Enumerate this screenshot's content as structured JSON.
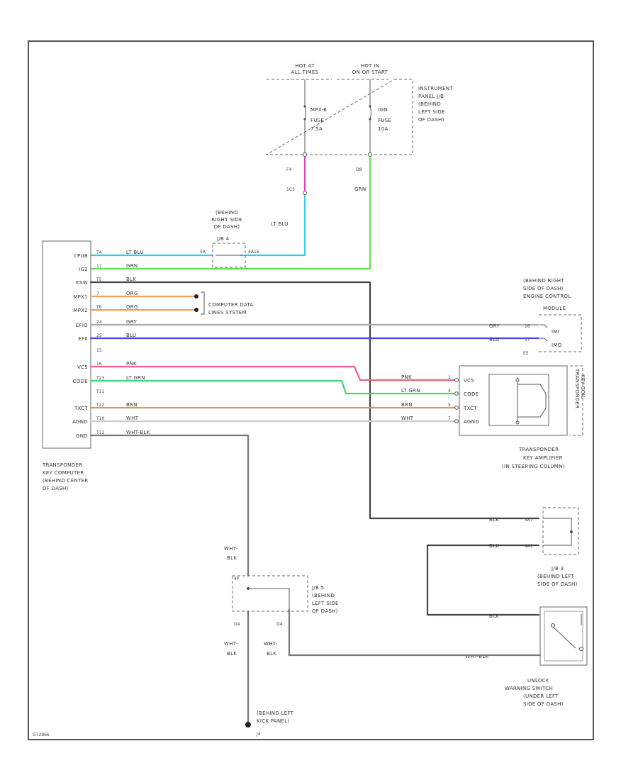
{
  "fuse_box": {
    "hot1": [
      "HOT AT",
      "ALL TIMES"
    ],
    "hot2": [
      "HOT IN",
      "ON OR START"
    ],
    "fuse1": [
      "MPX-B",
      "FUSE",
      "7.5A"
    ],
    "fuse2": [
      "IGN",
      "FUSE",
      "10A"
    ],
    "location": [
      "INSTRUMENT",
      "PANEL J/B",
      "(BEHIND",
      "LEFT SIDE",
      "OF DASH)"
    ],
    "pin_left": "F4",
    "pin_right": "D8",
    "pin_lower": "1C3",
    "wire_left": "LT BLU",
    "wire_right": "GRN"
  },
  "jb4": {
    "label": "J/B 4",
    "location": [
      "(BEHIND",
      "RIGHT SIDE",
      "OF DASH)"
    ],
    "pin_in": "5A",
    "pin_out": "4A16"
  },
  "computer": {
    "pins": [
      "CPUB",
      "IG2",
      "KSW",
      "MPX1",
      "MPX2",
      "EFIO",
      "EFII",
      "",
      "VC5",
      "CODE",
      "",
      "TXCT",
      "AGND",
      "GND"
    ],
    "pin_nums": [
      "T4",
      "17",
      "T5",
      "7",
      "T6",
      "24",
      "25",
      "15",
      "16",
      "T23",
      "T11",
      "T22",
      "T10",
      "T12"
    ],
    "wires": [
      "LT BLU",
      "GRN",
      "BLK",
      "ORG",
      "ORG",
      "GRY",
      "BLU",
      "",
      "PNK",
      "LT GRN",
      "",
      "BRN",
      "WHT",
      "WHT-BLK"
    ],
    "name": [
      "TRANSPONDER",
      "KEY COMPUTER",
      "(BEHIND CENTER",
      "OF DASH)"
    ]
  },
  "data_link": [
    "COMPUTER DATA",
    "LINES SYSTEM"
  ],
  "ecm": {
    "name": [
      "(BEHIND RIGHT",
      "SIDE OF DASH)",
      "ENGINE CONTROL",
      "MODULE"
    ],
    "wire_a": "GRY",
    "wire_b": "BLU",
    "pin_a": "16",
    "pin_b": "17",
    "label_a": "IMI",
    "label_b": "IMO",
    "connector": "E5"
  },
  "amplifier": {
    "pins": [
      "VC5",
      "CODE",
      "TXCT",
      "AGND"
    ],
    "wires": [
      "PNK",
      "LT GRN",
      "BRN",
      "WHT"
    ],
    "pin_nums": [
      "1",
      "4",
      "5",
      "7"
    ],
    "coil": [
      "TRANSPONDER",
      "KEY COIL"
    ],
    "name": [
      "TRANSPONDER",
      "KEY AMPLIFIER",
      "(IN STEERING COLUMN)"
    ]
  },
  "jb3": {
    "name": [
      "J/B 3",
      "(BEHIND LEFT",
      "SIDE OF DASH)"
    ],
    "wire_in": "BLK",
    "wire_out": "BLK",
    "pin_in": "4A7",
    "pin_out": "4A1"
  },
  "jb5": {
    "name": [
      "J/B 5",
      "(BEHIND",
      "LEFT SIDE",
      "OF DASH)"
    ],
    "pin_top": "4P",
    "pin_left": "D4",
    "pin_right": "D4",
    "wire_above": [
      "WHT-",
      "BLK"
    ],
    "wire_left": [
      "WHT-",
      "BLK"
    ],
    "wire_right": [
      "WHT-",
      "BLK"
    ]
  },
  "unlock_switch": {
    "wire_top": "BLK",
    "wire_bottom": "WHT-BLK",
    "name": [
      "UNLOCK",
      "WARNING SWITCH",
      "(UNDER LEFT",
      "SIDE OF DASH)"
    ]
  },
  "ground": {
    "name": [
      "(BEHIND LEFT",
      "KICK PANEL)"
    ],
    "id": "J4"
  },
  "ref_code": "G72866"
}
